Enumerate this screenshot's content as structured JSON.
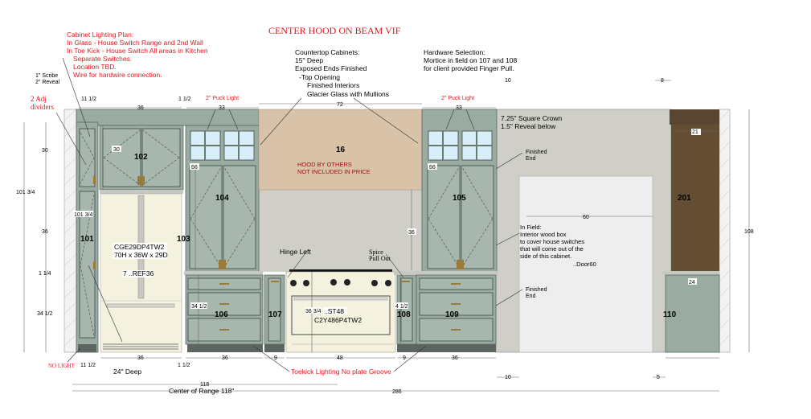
{
  "title": "CENTER HOOD ON BEAM VIF",
  "lighting_plan": [
    "Cabinet Lighting Plan:",
    "In Glass - House Switch Range and 2nd Wall",
    "In Toe Kick - House Switch All areas in Kitchen",
    "Separate Switches.",
    "Location TBD.",
    "Wire for hardwire connection."
  ],
  "countertop_notes": [
    "Countertop Cabinets:",
    "15\" Deep",
    "Exposed Ends Finished",
    "-Top Opening",
    "Finished Interiors",
    "Glacier Glass with Mullions"
  ],
  "hardware_notes": [
    "Hardware Selection:",
    "Mortice in field on 107 and 108",
    "for client provided Finger Pull."
  ],
  "crown_notes": [
    "7.25\" Square Crown",
    "1.5\" Reveal below"
  ],
  "in_field_notes": [
    "In Field:",
    "Interior wood box",
    "to cover house switches",
    "that will come out of the",
    "side of this cabinet."
  ],
  "door_label": "..Door60",
  "finished_end": [
    "Finished",
    "End"
  ],
  "scribe_notes": [
    "1\" Scribe",
    "2\" Reveal"
  ],
  "dividers_note": [
    "2 Adj",
    "dividers"
  ],
  "puck_light": "2\" Puck Light",
  "hood": {
    "number": "16",
    "note": [
      "HOOD BY OTHERS",
      "NOT INCLUDED IN PRICE"
    ]
  },
  "fridge": {
    "model": [
      "CGE29DP4TW2",
      "70H x 36W x 29D"
    ],
    "tag_prefix": "7",
    "tag": "..REF36"
  },
  "range": {
    "tag": "..ST48",
    "model": "C2Y486P4TW2"
  },
  "hinge_left": "Hinge Left",
  "spice_pullout": [
    "Spice",
    "Pull Out"
  ],
  "toekick_note": "Toekick Lighting No plate Groove",
  "no_light": "NO LIGHT",
  "deep_note": "24\" Deep",
  "center_of_range": "Center of Range 118\"",
  "cabinets": {
    "c101": "101",
    "c102": "102",
    "c103": "103",
    "c104": "104",
    "c105": "105",
    "c106": "106",
    "c107": "107",
    "c108": "108",
    "c109": "109",
    "c110": "110",
    "c201": "201"
  },
  "dims": {
    "top": [
      "11 1/2",
      "36",
      "1 1/2",
      "33",
      "72",
      "33",
      "10",
      "8"
    ],
    "left": [
      "101 3/4",
      "30",
      "36",
      "1 1/4",
      "34 1/2"
    ],
    "inner": [
      "30",
      "66",
      "101 3/4",
      "34 1/2",
      "36",
      "66",
      "36 3/4",
      "4 1/2",
      "60",
      "21",
      "24",
      "108"
    ],
    "bottom": [
      "36",
      "36",
      "9",
      "48",
      "9",
      "36",
      "11 1/2",
      "1 1/2",
      "10",
      "5",
      "118",
      "286"
    ]
  },
  "colors": {
    "cabinet": "#9aaca2",
    "hood": "#d8c3a8",
    "wall": "#d0cfc7",
    "pantry": "#644e33",
    "appliance": "#f4f1df",
    "note_red": "#e8141e"
  }
}
